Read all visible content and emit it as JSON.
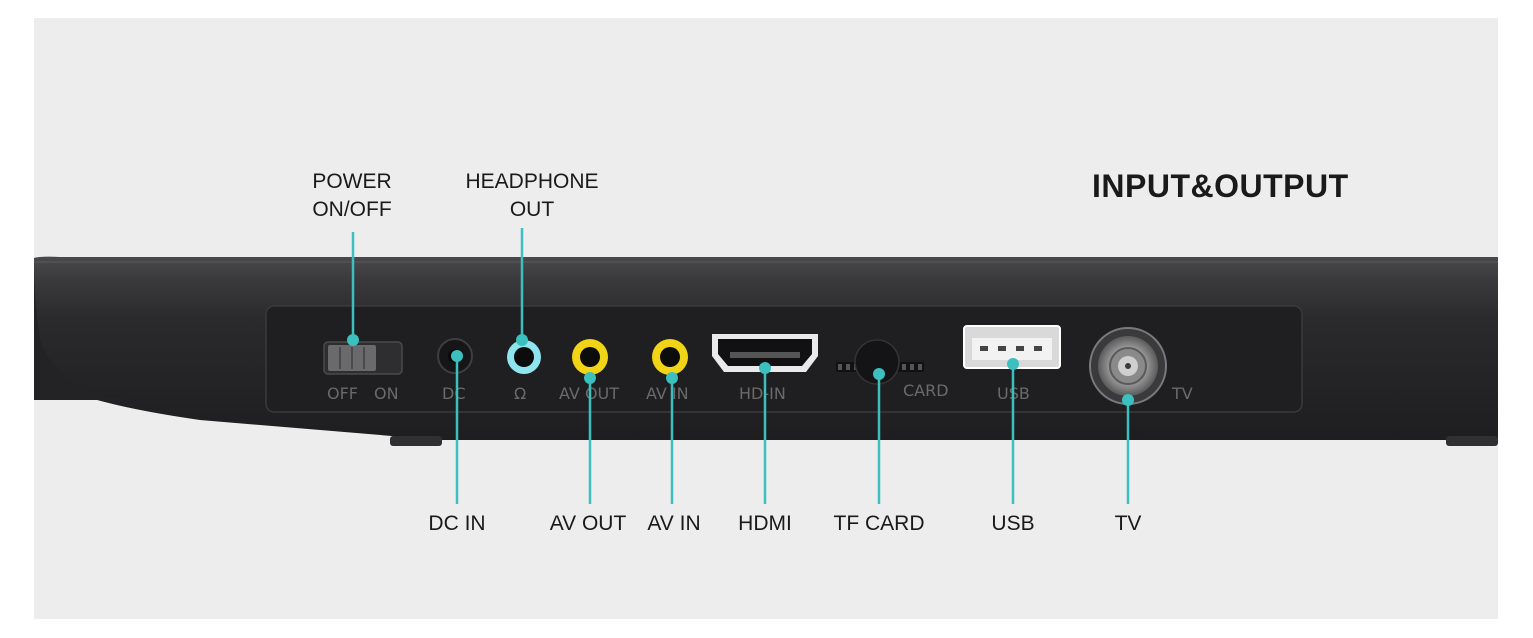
{
  "title": "INPUT&OUTPUT",
  "colors": {
    "background": "#ededee",
    "device_body": "#2b2b2d",
    "port_panel": "#1f1f21",
    "callout": "#3bbfbf",
    "yellow_jack": "#f1d416",
    "cyan_jack": "#8ee5ee"
  },
  "callouts": {
    "power": {
      "line1": "POWER",
      "line2": "ON/OFF"
    },
    "headphone": {
      "line1": "HEADPHONE",
      "line2": "OUT"
    },
    "dc_in": "DC IN",
    "av_out": "AV OUT",
    "av_in": "AV IN",
    "hdmi": "HDMI",
    "tf_card": "TF CARD",
    "usb": "USB",
    "tv": "TV"
  },
  "panel_print": {
    "off": "OFF",
    "on": "ON",
    "dc": "DC",
    "headphone_symbol": "Ω",
    "av_out": "AV OUT",
    "av_in": "AV IN",
    "hdmi": "HD-IN",
    "card": "CARD",
    "usb": "USB",
    "tv": "TV"
  }
}
